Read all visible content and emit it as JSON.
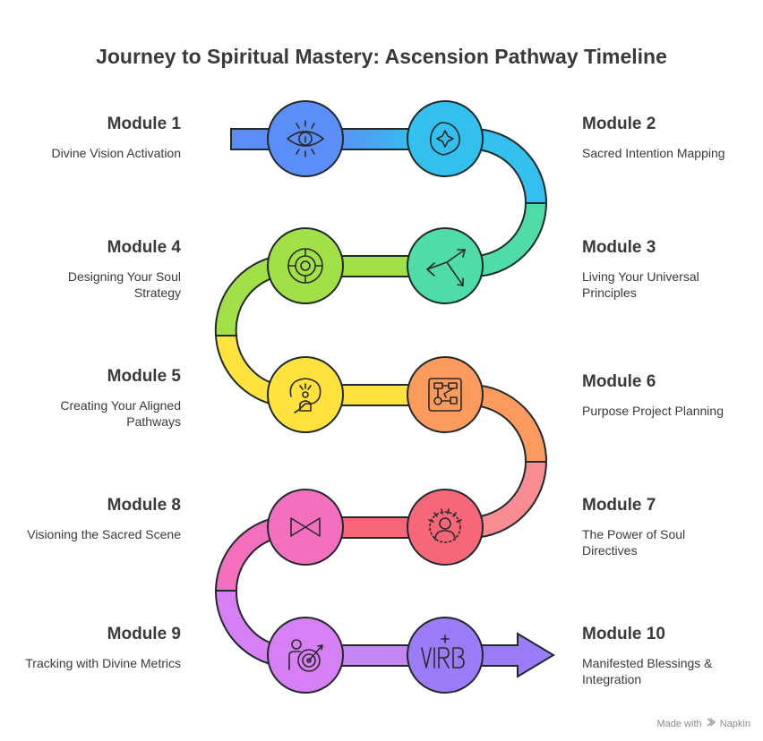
{
  "title": "Journey to Spiritual Mastery: Ascension Pathway Timeline",
  "modules": [
    {
      "id": 1,
      "title": "Module 1",
      "description": "Divine Vision Activation",
      "color": "#5b8ff7",
      "icon": "eye-icon"
    },
    {
      "id": 2,
      "title": "Module 2",
      "description": "Sacred Intention Mapping",
      "color": "#34c0ef",
      "icon": "compass-star-icon"
    },
    {
      "id": 3,
      "title": "Module 3",
      "description": "Living Your Universal Principles",
      "color": "#4fdca6",
      "icon": "network-arrows-icon"
    },
    {
      "id": 4,
      "title": "Module 4",
      "description": "Designing Your Soul Strategy",
      "color": "#a2e048",
      "icon": "target-circle-icon"
    },
    {
      "id": 5,
      "title": "Module 5",
      "description": "Creating Your Aligned Pathways",
      "color": "#ffe23d",
      "icon": "thinking-person-icon"
    },
    {
      "id": 6,
      "title": "Module 6",
      "description": "Purpose Project Planning",
      "color": "#fd9a5e",
      "icon": "flowchart-icon"
    },
    {
      "id": 7,
      "title": "Module 7",
      "description": "The Power of Soul Directives",
      "color": "#f7677a",
      "icon": "radiant-person-icon"
    },
    {
      "id": 8,
      "title": "Module 8",
      "description": "Visioning the Sacred Scene",
      "color": "#f46fbd",
      "icon": "infinity-icon"
    },
    {
      "id": 9,
      "title": "Module 9",
      "description": "Tracking with Divine Metrics",
      "color": "#d77ff4",
      "icon": "person-target-icon"
    },
    {
      "id": 10,
      "title": "Module 10",
      "description": "Manifested Blessings & Integration",
      "color": "#9b7bf7",
      "icon": "virb-icon"
    }
  ],
  "footer": {
    "made_with": "Made with",
    "brand": "Napkin"
  }
}
